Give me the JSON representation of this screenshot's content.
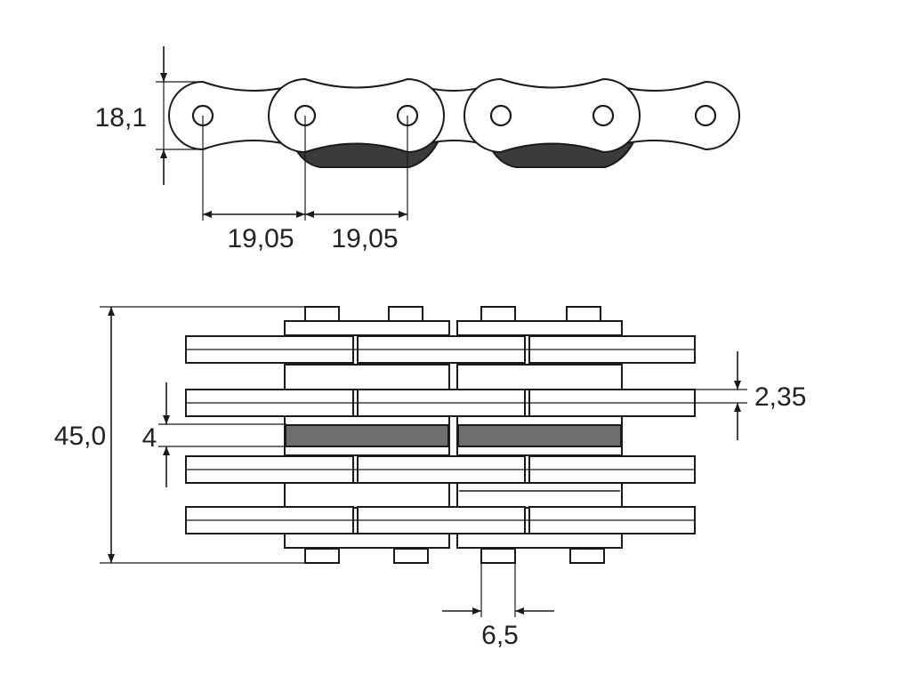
{
  "dimensions": {
    "height_side": "18,1",
    "pitch_left": "19,05",
    "pitch_right": "19,05",
    "total_width": "45,0",
    "plate_thickness": "2,35",
    "inner_gap": "4",
    "pin_diameter": "6,5"
  },
  "colors": {
    "line": "#1a1a1a",
    "roller_fill": "#3b3b3b",
    "bushing_fill": "#6e6e6e",
    "background": "#ffffff"
  }
}
